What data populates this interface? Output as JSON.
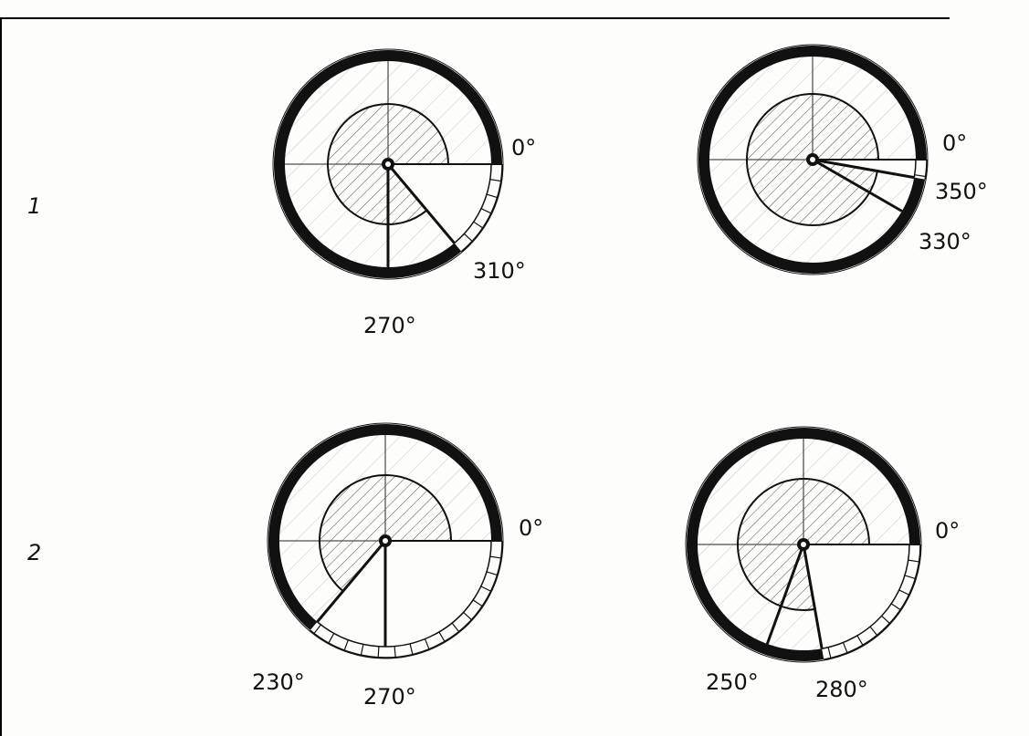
{
  "rows": [
    {
      "label": "1"
    },
    {
      "label": "2"
    }
  ],
  "diagrams": [
    {
      "labels": [
        "0°",
        "310°",
        "270°"
      ],
      "lines_deg": [
        0,
        270,
        310
      ],
      "tick_from_deg": 0,
      "tick_to_deg": 310
    },
    {
      "labels": [
        "0°",
        "350°",
        "330°"
      ],
      "lines_deg": [
        0,
        350,
        330
      ],
      "tick_from_deg": 0,
      "tick_to_deg": 350
    },
    {
      "labels": [
        "0°",
        "230°",
        "270°"
      ],
      "lines_deg": [
        0,
        230,
        270
      ],
      "tick_from_deg": 0,
      "tick_to_deg": 230
    },
    {
      "labels": [
        "0°",
        "250°",
        "280°"
      ],
      "lines_deg": [
        0,
        250,
        280
      ],
      "tick_from_deg": 0,
      "tick_to_deg": 280
    }
  ]
}
